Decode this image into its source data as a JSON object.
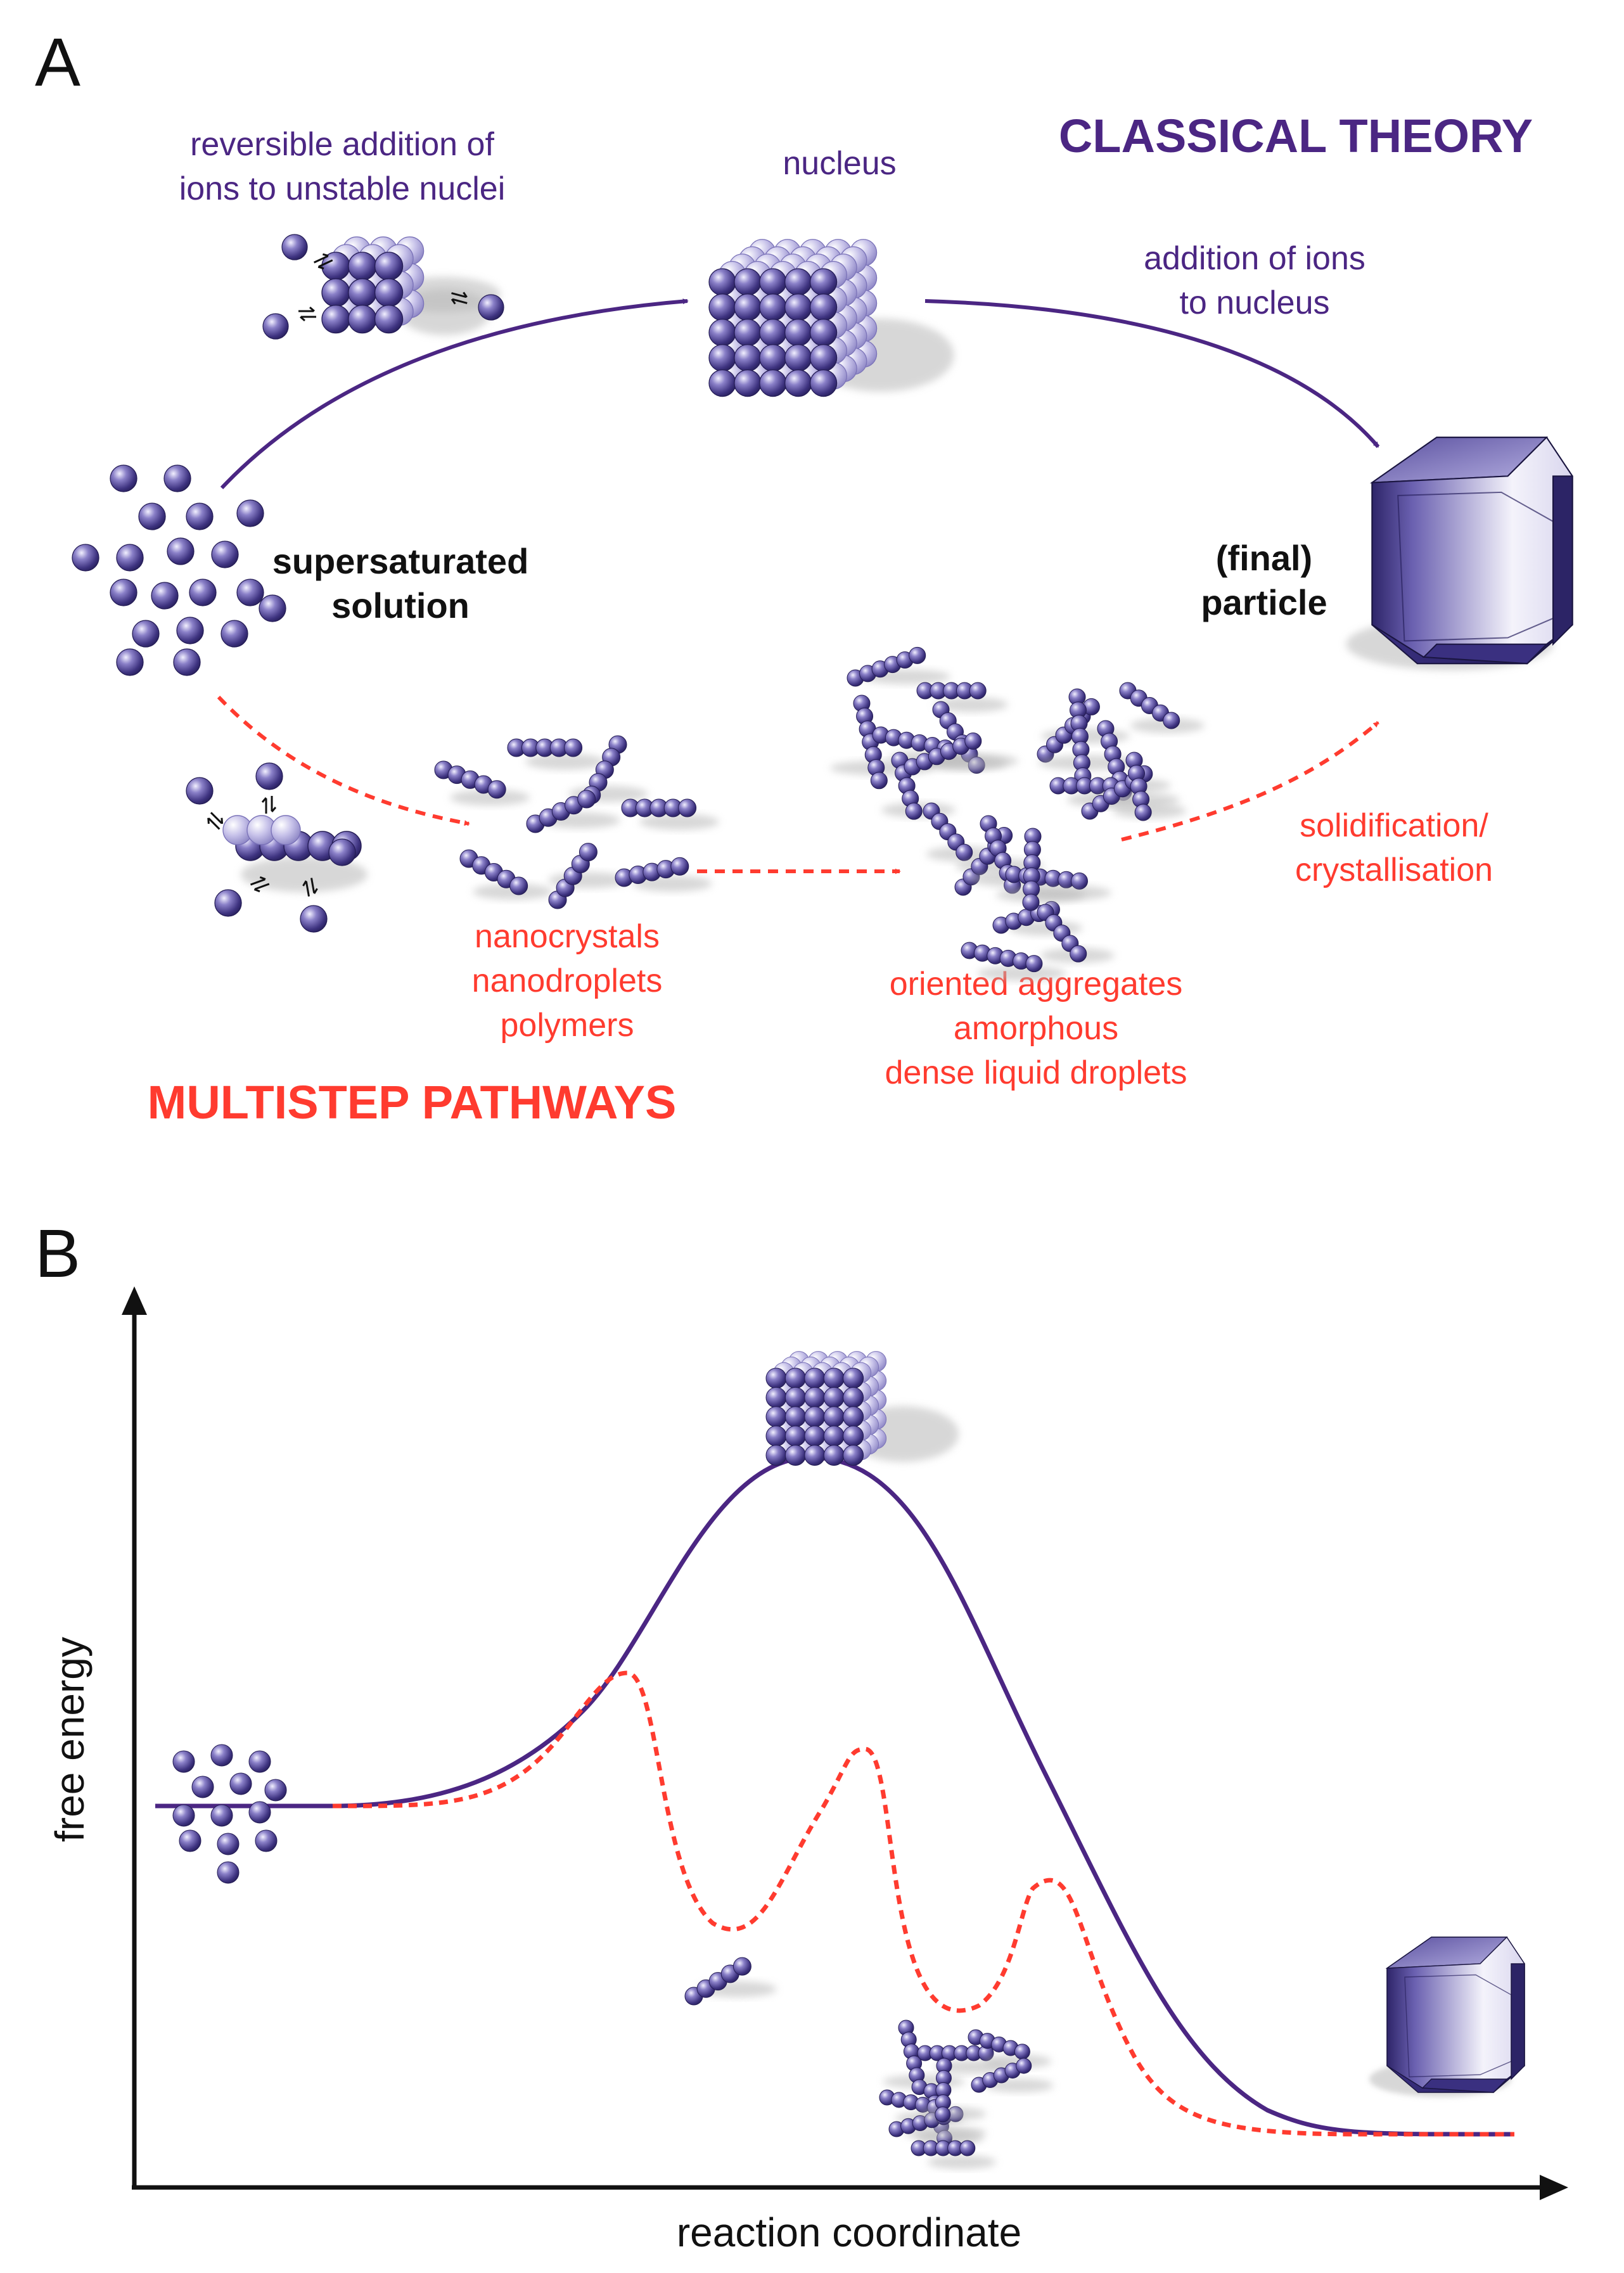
{
  "panel_a": {
    "label": "A",
    "classical_title": "CLASSICAL THEORY",
    "multistep_title": "MULTISTEP PATHWAYS",
    "reversible_line1": "reversible addition of",
    "reversible_line2": "ions to unstable nuclei",
    "nucleus_label": "nucleus",
    "addition_line1": "addition of ions",
    "addition_line2": "to nucleus",
    "supersat_line1": "supersaturated",
    "supersat_line2": "solution",
    "final_line1": "(final)",
    "final_line2": "particle",
    "nano_line1": "nanocrystals",
    "nano_line2": "nanodroplets",
    "nano_line3": "polymers",
    "oriented_line1": "oriented aggregates",
    "oriented_line2": "amorphous",
    "oriented_line3": "dense liquid droplets",
    "solid_line1": "solidification/",
    "solid_line2": "crystallisation"
  },
  "panel_b": {
    "label": "B",
    "y_axis_label": "free energy",
    "x_axis_label": "reaction coordinate"
  },
  "colors": {
    "classical": "#4b2683",
    "multistep": "#ff3b2f",
    "text_dark": "#111111",
    "sphere_fill": "#5a4f9c"
  }
}
